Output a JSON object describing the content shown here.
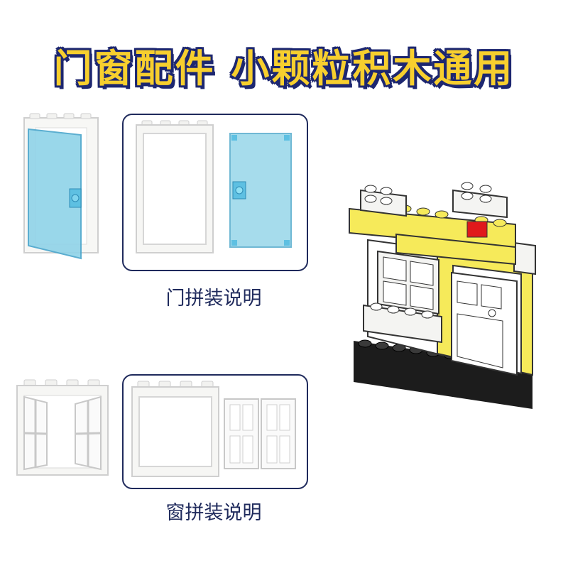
{
  "header": {
    "title": "门窗配件 小颗粒积木通用"
  },
  "door_section": {
    "caption": "门拼装说明"
  },
  "window_section": {
    "caption": "窗拼装说明"
  },
  "colors": {
    "title_fill": "#f7cf2e",
    "title_outline": "#1d2770",
    "panel_border": "#1f2a5c",
    "caption_text": "#1f2a5c",
    "door_glass": "#8fd3e8",
    "brick_white": "#f4f4f2",
    "brick_yellow": "#f6ea5a",
    "brick_red": "#e0191b",
    "brick_black": "#1c1c1c"
  },
  "icons": [
    "door-assembled",
    "door-frame",
    "door-panel",
    "window-assembled",
    "window-frame",
    "window-sash",
    "brick-house-model"
  ]
}
